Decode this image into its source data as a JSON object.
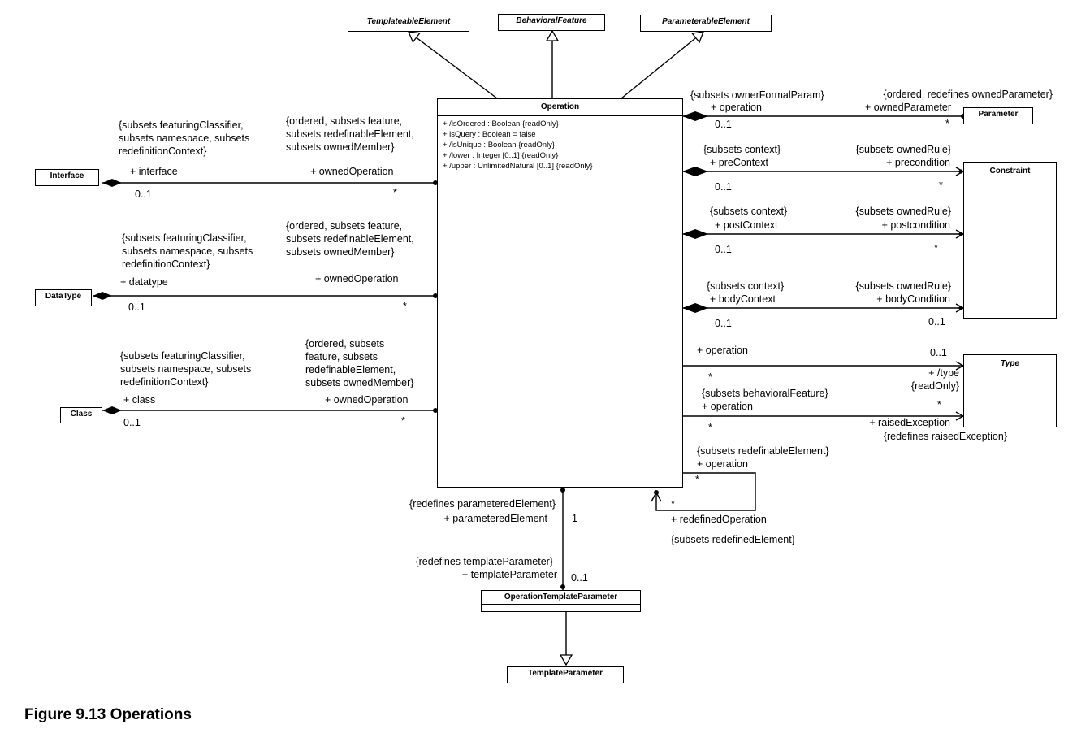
{
  "classes": {
    "operation": "Operation",
    "templateable_element": "TemplateableElement",
    "behavioral_feature": "BehavioralFeature",
    "parameterable_element": "ParameterableElement",
    "parameter": "Parameter",
    "constraint": "Constraint",
    "type": "Type",
    "interface": "Interface",
    "datatype": "DataType",
    "class": "Class",
    "operation_template_parameter": "OperationTemplateParameter",
    "template_parameter": "TemplateParameter"
  },
  "operation_attributes": [
    "+ /isOrdered : Boolean {readOnly}",
    "+ isQuery : Boolean = false",
    "+ /isUnique : Boolean {readOnly}",
    "+ /lower : Integer [0..1] {readOnly}",
    "+ /upper : UnlimitedNatural [0..1] {readOnly}"
  ],
  "labels": {
    "interface_constraint": "{subsets featuringClassifier,\nsubsets namespace, subsets\nredefinitionContext}",
    "interface_role": "+ interface",
    "interface_mult": "0..1",
    "interface_op_constraint": "{ordered, subsets feature,\nsubsets redefinableElement,\nsubsets ownedMember}",
    "interface_op_role": "+ ownedOperation",
    "interface_op_mult": "*",
    "datatype_constraint": "{subsets featuringClassifier,\nsubsets namespace, subsets\nredefinitionContext}",
    "datatype_role": "+ datatype",
    "datatype_mult": "0..1",
    "datatype_op_constraint": "{ordered, subsets feature,\nsubsets redefinableElement,\nsubsets ownedMember}",
    "datatype_op_role": "+ ownedOperation",
    "datatype_op_mult": "*",
    "class_constraint": "{subsets featuringClassifier,\nsubsets namespace, subsets\nredefinitionContext}",
    "class_role": "+ class",
    "class_mult": "0..1",
    "class_op_constraint": "{ordered, subsets\nfeature, subsets\nredefinableElement,\nsubsets ownedMember}",
    "class_op_role": "+ ownedOperation",
    "class_op_mult": "*",
    "param_owner_constraint": "{subsets ownerFormalParam}",
    "param_owner_role": "+ operation",
    "param_owner_mult": "0..1",
    "param_constraint": "{ordered, redefines ownedParameter}",
    "param_role": "+ ownedParameter",
    "param_mult": "*",
    "pre_ctx_constraint": "{subsets context}",
    "pre_ctx_role": "+ preContext",
    "pre_ctx_mult": "0..1",
    "pre_constraint": "{subsets ownedRule}",
    "pre_role": "+ precondition",
    "pre_mult": "*",
    "post_ctx_constraint": "{subsets context}",
    "post_ctx_role": "+ postContext",
    "post_ctx_mult": "0..1",
    "post_constraint": "{subsets ownedRule}",
    "post_role": "+ postcondition",
    "post_mult": "*",
    "body_ctx_constraint": "{subsets context}",
    "body_ctx_role": "+ bodyContext",
    "body_ctx_mult": "0..1",
    "body_constraint": "{subsets ownedRule}",
    "body_role": "+ bodyCondition",
    "body_mult": "0..1",
    "type_op_role": "+ operation",
    "type_op_mult": "*",
    "type_mult": "0..1",
    "type_role": "+ /type\n{readOnly}",
    "exc_op_constraint": "{subsets behavioralFeature}",
    "exc_op_role": "+ operation",
    "exc_op_mult": "*",
    "exc_mult": "*",
    "exc_role": "+ raisedException",
    "exc_constraint": "{redefines raisedException}",
    "redef_constraint": "{subsets redefinableElement}",
    "redef_role": "+ operation",
    "redef_mult": "*",
    "redefined_mult": "*",
    "redefined_role": "+ redefinedOperation",
    "redefined_constraint": "{subsets redefinedElement}",
    "pe_constraint": "{redefines parameteredElement}",
    "pe_role": "+ parameteredElement",
    "pe_mult": "1",
    "tp_constraint": "{redefines templateParameter}",
    "tp_role": "+ templateParameter",
    "tp_mult": "0..1"
  },
  "caption": "Figure 9.13  Operations"
}
